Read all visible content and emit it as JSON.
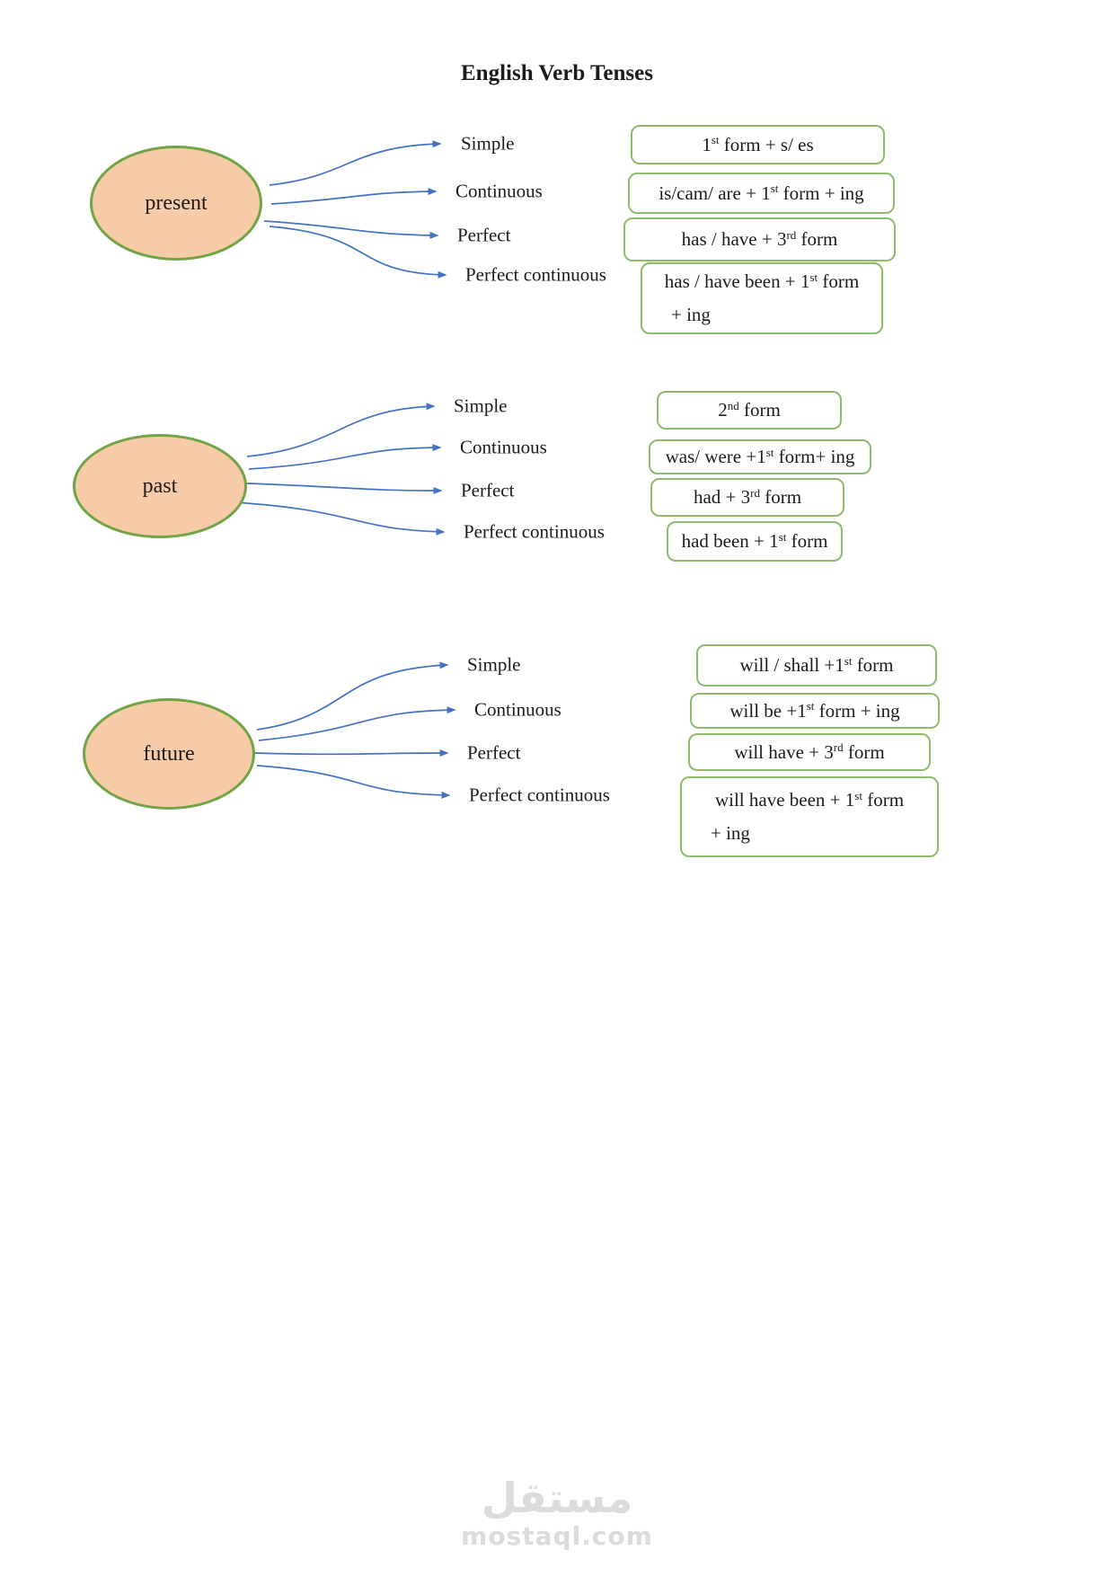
{
  "title": "English Verb Tenses",
  "colors": {
    "ellipse_fill": "#F7CBA8",
    "ellipse_border": "#70A445",
    "box_border": "#8FBB6D",
    "arrow": "#4472C4",
    "text": "#1B1B1B",
    "watermark": "#DCDCDC"
  },
  "sections": [
    {
      "name": "present",
      "ellipse_label": "present",
      "branches": [
        {
          "label": "Simple"
        },
        {
          "label": "Continuous"
        },
        {
          "label": "Perfect"
        },
        {
          "label": "Perfect continuous"
        }
      ],
      "formulas": [
        {
          "line1": [
            {
              "t": "1"
            },
            {
              "sup": "st"
            },
            {
              "t": " form + s/ es"
            }
          ]
        },
        {
          "line1": [
            {
              "t": "is/cam/ are + 1"
            },
            {
              "sup": "st"
            },
            {
              "t": " form + ing"
            }
          ]
        },
        {
          "line1": [
            {
              "t": "has / have + 3"
            },
            {
              "sup": "rd"
            },
            {
              "t": " form"
            }
          ]
        },
        {
          "line1": [
            {
              "t": "has / have been + 1"
            },
            {
              "sup": "st"
            },
            {
              "t": " form"
            }
          ],
          "line2": "+ ing"
        }
      ]
    },
    {
      "name": "past",
      "ellipse_label": "past",
      "branches": [
        {
          "label": "Simple"
        },
        {
          "label": "Continuous"
        },
        {
          "label": "Perfect"
        },
        {
          "label": "Perfect continuous"
        }
      ],
      "formulas": [
        {
          "line1": [
            {
              "t": "2"
            },
            {
              "sup": "nd"
            },
            {
              "t": " form"
            }
          ]
        },
        {
          "line1": [
            {
              "t": "was/ were +1"
            },
            {
              "sup": "st"
            },
            {
              "t": " form+ ing"
            }
          ]
        },
        {
          "line1": [
            {
              "t": "had + 3"
            },
            {
              "sup": "rd"
            },
            {
              "t": " form"
            }
          ]
        },
        {
          "line1": [
            {
              "t": "had been + 1"
            },
            {
              "sup": "st"
            },
            {
              "t": " form"
            }
          ]
        }
      ]
    },
    {
      "name": "future",
      "ellipse_label": "future",
      "branches": [
        {
          "label": "Simple"
        },
        {
          "label": "Continuous"
        },
        {
          "label": "Perfect"
        },
        {
          "label": "Perfect continuous"
        }
      ],
      "formulas": [
        {
          "line1": [
            {
              "t": "will / shall +1"
            },
            {
              "sup": "st"
            },
            {
              "t": " form"
            }
          ]
        },
        {
          "line1": [
            {
              "t": "will be +1"
            },
            {
              "sup": "st"
            },
            {
              "t": " form + ing"
            }
          ]
        },
        {
          "line1": [
            {
              "t": "will have + 3"
            },
            {
              "sup": "rd"
            },
            {
              "t": " form"
            }
          ]
        },
        {
          "line1": [
            {
              "t": "will have been + 1"
            },
            {
              "sup": "st"
            },
            {
              "t": " form"
            }
          ],
          "line2": "+ ing"
        }
      ]
    }
  ],
  "watermark": {
    "logo_text": "مستقل",
    "domain_text": "mostaql.com"
  }
}
